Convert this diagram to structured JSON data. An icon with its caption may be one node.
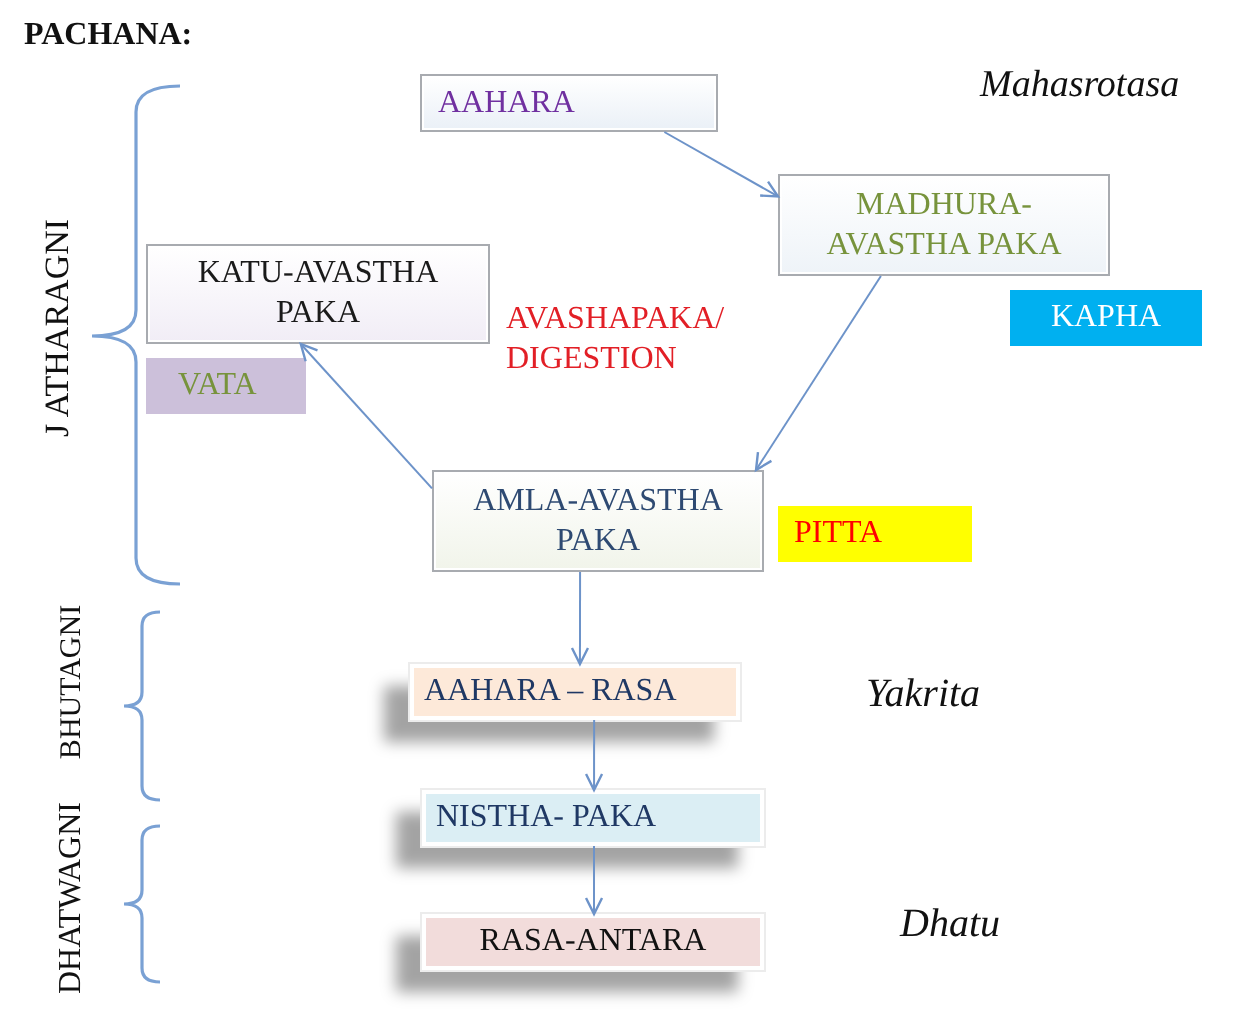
{
  "diagram": {
    "title": "PACHANA:",
    "nodes": [
      {
        "text": [
          "AAHARA"
        ]
      },
      {
        "text": [
          "MADHURA-AVASTHA PAKA"
        ]
      },
      {
        "text": [
          "KATU-AVASTHA PAKA"
        ]
      },
      {
        "text": [
          "KAPHA"
        ]
      },
      {
        "text": [
          "VATA"
        ]
      },
      {
        "text": [
          "AMLA-AVASTHA PAKA"
        ]
      },
      {
        "text": [
          "PITTA"
        ]
      },
      {
        "text": [
          "AAHARA – RASA"
        ]
      },
      {
        "text": [
          "NISTHA- PAKA"
        ]
      },
      {
        "text": [
          "RASA-ANTARA"
        ]
      }
    ],
    "edges": [
      {
        "from": 0,
        "to": 1,
        "arrow": "to"
      },
      {
        "from": 1,
        "to": 5,
        "arrow": "to"
      },
      {
        "from": 5,
        "to": 2,
        "arrow": "to"
      },
      {
        "from": 5,
        "to": 7,
        "arrow": "to"
      },
      {
        "from": 7,
        "to": 8,
        "arrow": "to"
      },
      {
        "from": 8,
        "to": 9,
        "arrow": "to"
      }
    ],
    "labels": [
      "Mahasrotasa",
      "J ATHARAGNI",
      "AVASHAPAKA/ DIGESTION",
      "BHUTAGNI",
      "Yakrita",
      "DHATWAGNI",
      "Dhatu"
    ]
  }
}
